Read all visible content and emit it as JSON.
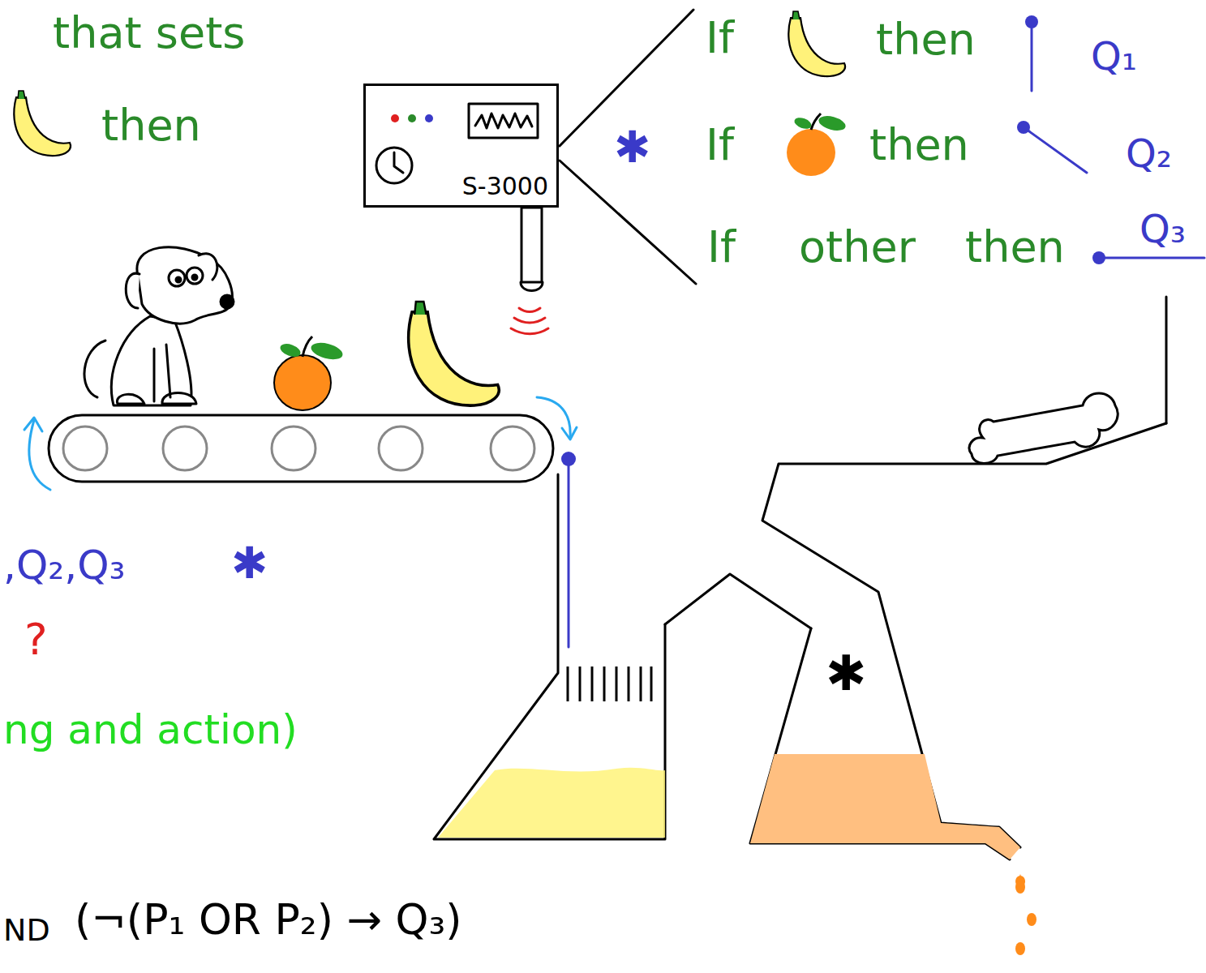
{
  "diagram": {
    "nodes": [
      {
        "text": [
          "S-3000"
        ]
      }
    ],
    "labels": [
      "that sets",
      "then",
      "If",
      "then",
      "Q₁",
      "✱",
      "If",
      "then",
      "Q₂",
      "If",
      "other",
      "then",
      "Q₃",
      ",Q₂,Q₃",
      "✱",
      "?",
      "ng and action)",
      "ND",
      "(¬(P₁ OR P₂) → Q₃)",
      "✱"
    ]
  }
}
